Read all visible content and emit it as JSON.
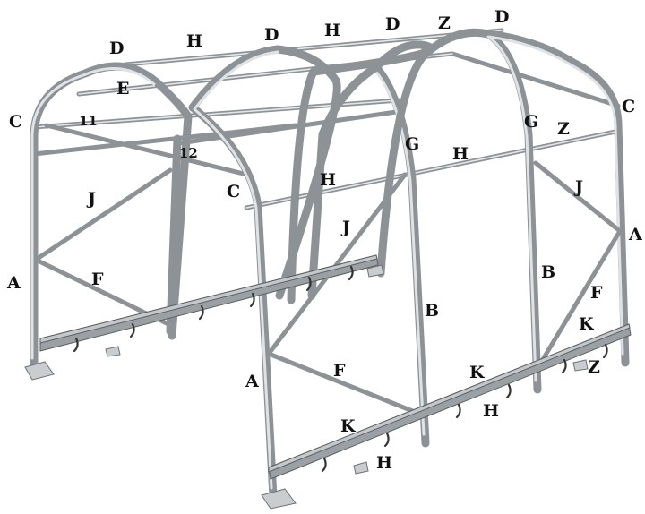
{
  "labels": {
    "d1": "D",
    "h1": "H",
    "d2": "D",
    "h2": "H",
    "d3": "D",
    "z1": "Z",
    "d4": "D",
    "e": "E",
    "c1": "C",
    "n11": "11",
    "n12": "12",
    "c2": "C",
    "g1": "G",
    "g2": "G",
    "z2": "Z",
    "c3": "C",
    "h3": "H",
    "h4": "H",
    "j1": "J",
    "j2": "J",
    "j3": "J",
    "a1": "A",
    "a2": "A",
    "a3": "A",
    "f1": "F",
    "f2": "F",
    "f3": "F",
    "b1": "B",
    "b2": "B",
    "k1": "K",
    "k2": "K",
    "k3": "K",
    "z3": "Z",
    "h5": "H",
    "h6": "H"
  },
  "colors": {
    "pipe": "#8d9296",
    "pipe_highlight": "#dfe3e6",
    "rail": "#9aa0a4",
    "label": "#111111"
  }
}
